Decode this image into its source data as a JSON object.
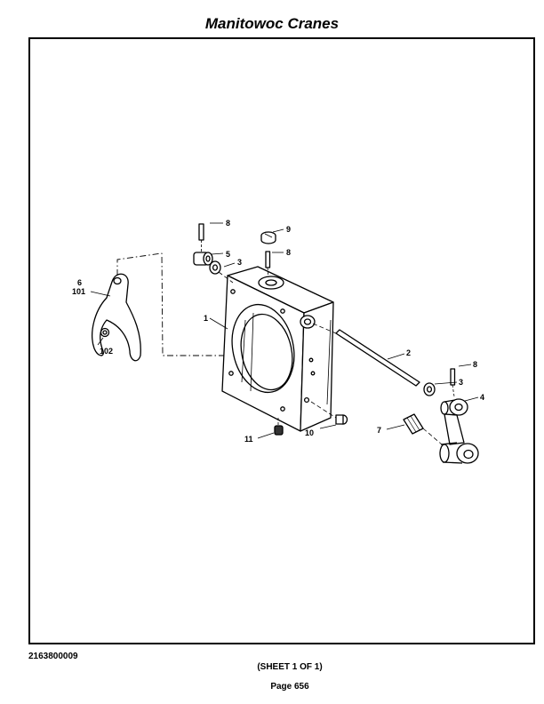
{
  "header": {
    "title": "Manitowoc Cranes"
  },
  "drawing": {
    "callouts": {
      "c1": "1",
      "c2": "2",
      "c3a": "3",
      "c3b": "3",
      "c4": "4",
      "c5": "5",
      "c6": "6",
      "c101": "101",
      "c102": "102",
      "c7": "7",
      "c8a": "8",
      "c8b": "8",
      "c8c": "8",
      "c9": "9",
      "c10": "10",
      "c11": "11"
    }
  },
  "footer": {
    "doc_number": "2163800009",
    "sheet": "(SHEET 1 OF 1)",
    "page": "Page 656"
  }
}
